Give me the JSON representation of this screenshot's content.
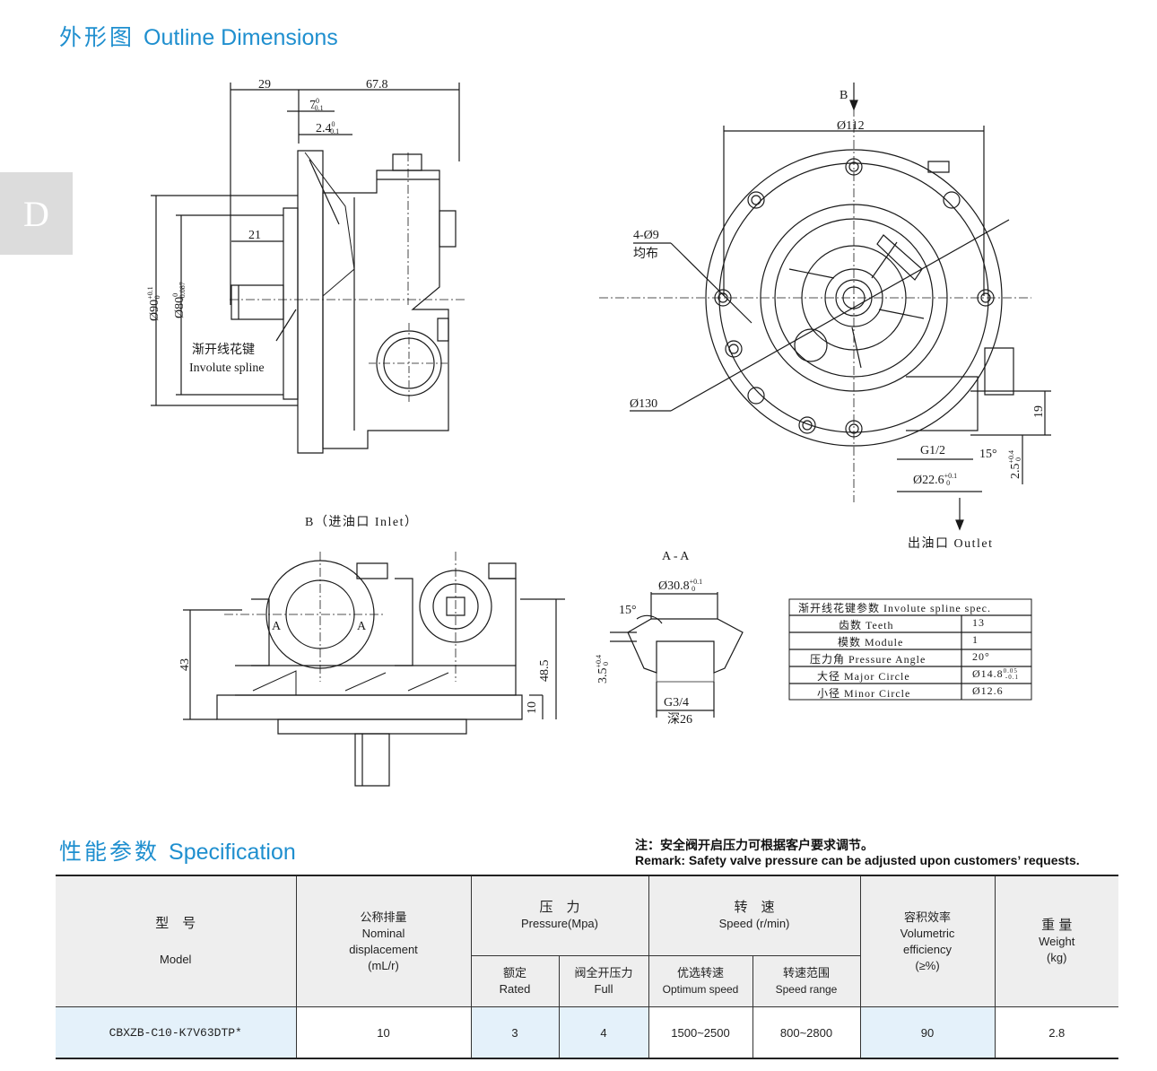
{
  "side_tab": "D",
  "outline_title": {
    "cn": "外形图",
    "en": "Outline Dimensions"
  },
  "spec_title": {
    "cn": "性能参数",
    "en": "Specification"
  },
  "dims": {
    "d29": "29",
    "d67_8": "67.8",
    "d7": "7",
    "d7_tol_top": "0",
    "d7_tol_bot": "-0.1",
    "d2_4": "2.4",
    "d2_4_tol_top": "0",
    "d2_4_tol_bot": "-0.1",
    "d21": "21",
    "dia90": "Ø90",
    "dia90_tol_top": "+0.1",
    "dia90_tol_bot": "0",
    "dia80": "Ø80",
    "dia80_tol_top": "0",
    "dia80_tol_bot": "-0.087",
    "spline_cn": "渐开线花键",
    "spline_en": "Involute spline",
    "B": "B",
    "dia112": "Ø112",
    "holes_a": "4-Ø9",
    "holes_b": "均布",
    "dia130": "Ø130",
    "d19": "19",
    "g12": "G1/2",
    "ang15": "15°",
    "d2_5": "2.5",
    "d2_5_tol_top": "+0.4",
    "d2_5_tol_bot": "0",
    "dia22_6": "Ø22.6",
    "dia22_6_tol_top": "+0.1",
    "dia22_6_tol_bot": "0",
    "outlet": "出油口 Outlet",
    "inlet": "B（进油口 Inlet）",
    "A": "A",
    "d43": "43",
    "d48_5": "48.5",
    "d10": "10",
    "aa": "A - A",
    "dia30_8": "Ø30.8",
    "dia30_8_tol_top": "+0.1",
    "dia30_8_tol_bot": "0",
    "ang15b": "15°",
    "d3_5": "3.5",
    "d3_5_tol_top": "+0.4",
    "d3_5_tol_bot": "0",
    "g34": "G3/4",
    "deep": "深26"
  },
  "spline_table": {
    "header": "渐开线花键参数 Involute spline spec.",
    "rows": [
      {
        "label": "齿数 Teeth",
        "value": "13"
      },
      {
        "label": "模数 Module",
        "value": "1"
      },
      {
        "label": "压力角 Pressure Angle",
        "value": "20°"
      },
      {
        "label": "大径 Major Circle",
        "value": "Ø14.8",
        "tol_top": "0.05",
        "tol_bot": "-0.1"
      },
      {
        "label": "小径 Minor Circle",
        "value": "Ø12.6"
      }
    ]
  },
  "remark": {
    "cn": "注：安全阀开启压力可根据客户要求调节。",
    "en": "Remark: Safety valve pressure can be adjusted upon customers’ requests."
  },
  "table": {
    "h_model_cn": "型　号",
    "h_model_en": "Model",
    "h_disp_cn": "公称排量",
    "h_disp_en1": "Nominal",
    "h_disp_en2": "displacement",
    "h_disp_unit": "(mL/r)",
    "h_press_cn": "压　力",
    "h_press_en": "Pressure(Mpa)",
    "h_rated_cn": "额定",
    "h_rated_en": "Rated",
    "h_full_cn": "阀全开压力",
    "h_full_en": "Full",
    "h_speed_cn": "转　速",
    "h_speed_en": "Speed (r/min)",
    "h_opt_cn": "优选转速",
    "h_opt_en": "Optimum speed",
    "h_range_cn": "转速范围",
    "h_range_en": "Speed range",
    "h_eff_cn": "容积效率",
    "h_eff_en1": "Volumetric",
    "h_eff_en2": "efficiency",
    "h_eff_unit": "(≥%)",
    "h_weight_cn": "重 量",
    "h_weight_en": "Weight",
    "h_weight_unit": "(kg)",
    "row": {
      "model": "CBXZB-C10-K7V63DTP*",
      "displacement": "10",
      "rated": "3",
      "full": "4",
      "optimum": "1500~2500",
      "range": "800~2800",
      "efficiency": "90",
      "weight": "2.8"
    }
  },
  "colors": {
    "accent": "#1f8fcf",
    "line": "#1a1a1a",
    "tab": "#dcdcdc",
    "cell_blue": "#e4f1fa"
  }
}
